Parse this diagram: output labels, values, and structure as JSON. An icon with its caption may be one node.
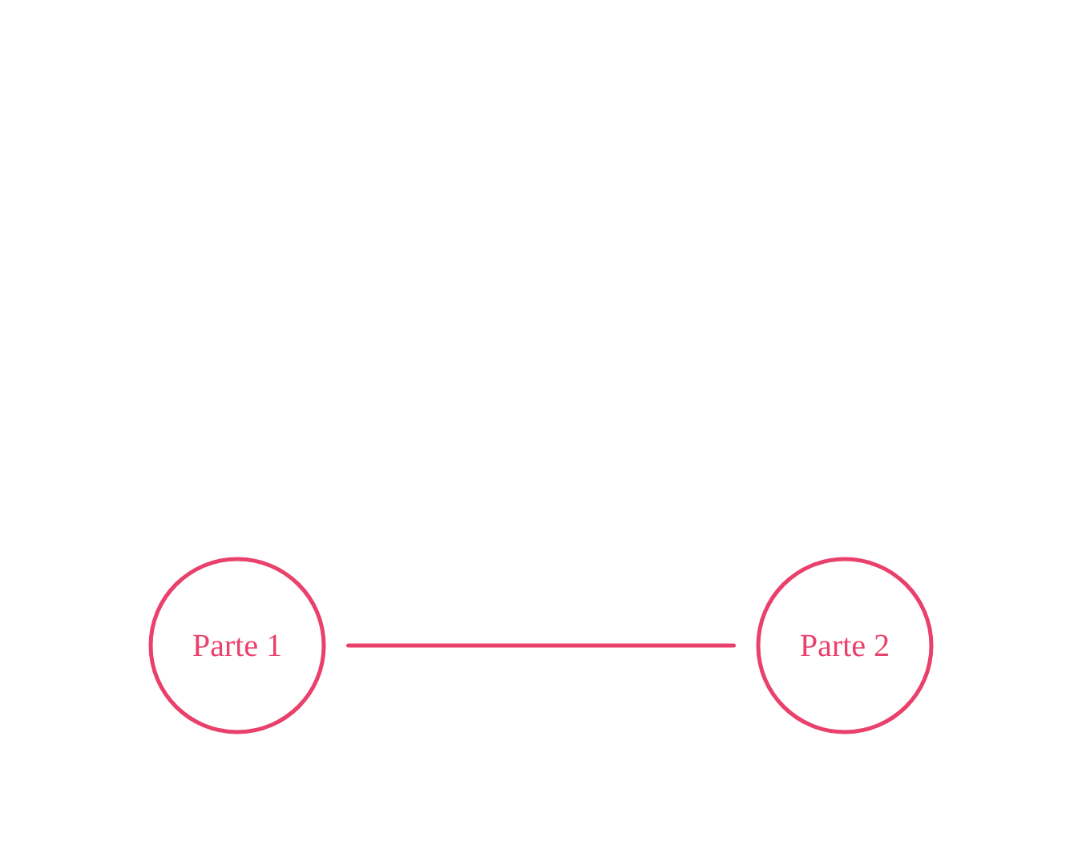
{
  "diagram": {
    "nodes": [
      {
        "text": [
          "Parte 1"
        ]
      },
      {
        "text": [
          "Parte 2"
        ]
      }
    ],
    "edges": [
      {
        "from": 0,
        "to": 1,
        "arrow": "none"
      }
    ]
  }
}
